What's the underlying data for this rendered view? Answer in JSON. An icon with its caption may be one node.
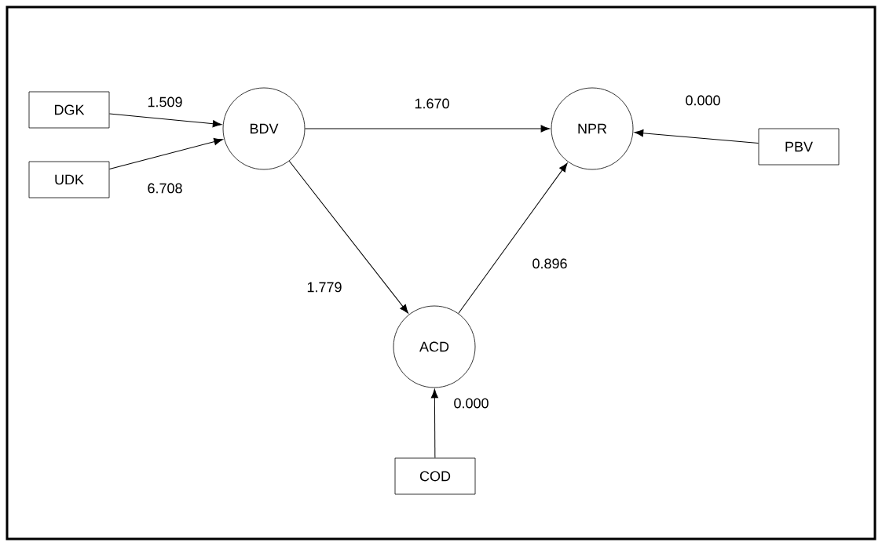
{
  "diagram": {
    "nodes": [
      {
        "text": [
          "DGK"
        ]
      },
      {
        "text": [
          "UDK"
        ]
      },
      {
        "text": [
          "BDV"
        ]
      },
      {
        "text": [
          "NPR"
        ]
      },
      {
        "text": [
          "PBV"
        ]
      },
      {
        "text": [
          "ACD"
        ]
      },
      {
        "text": [
          "COD"
        ]
      }
    ],
    "edges": [
      {
        "from": 0,
        "to": 2,
        "arrow": "to",
        "label": "1.509"
      },
      {
        "from": 1,
        "to": 2,
        "arrow": "to",
        "label": "6.708"
      },
      {
        "from": 2,
        "to": 3,
        "arrow": "to",
        "label": "1.670"
      },
      {
        "from": 4,
        "to": 3,
        "arrow": "to",
        "label": "0.000"
      },
      {
        "from": 2,
        "to": 5,
        "arrow": "to",
        "label": "1.779"
      },
      {
        "from": 5,
        "to": 3,
        "arrow": "to",
        "label": "0.896"
      },
      {
        "from": 6,
        "to": 5,
        "arrow": "to",
        "label": "0.000"
      }
    ]
  }
}
